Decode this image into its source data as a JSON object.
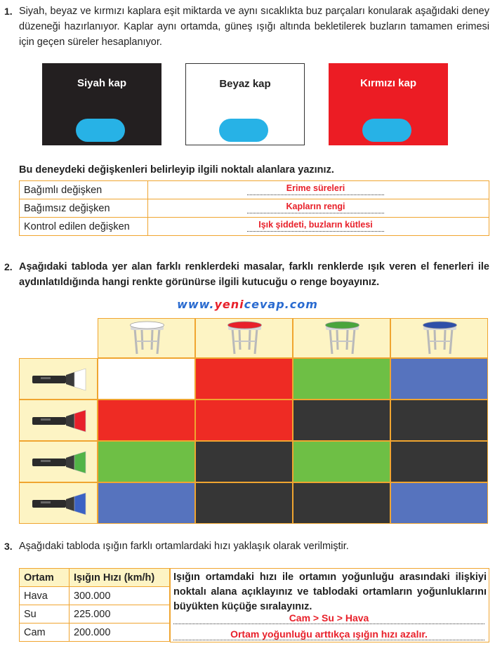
{
  "q1": {
    "number": "1.",
    "text": "Siyah, beyaz ve kırmızı kaplara eşit miktarda ve aynı sıcaklıkta buz parçaları konularak aşağıdaki deney düzeneği hazırlanıyor. Kaplar aynı ortamda, güneş ışığı altında bekletilerek buzların tamamen erimesi için geçen süreler hesaplanıyor.",
    "containers": [
      {
        "label": "Siyah kap",
        "bg": "#231f20",
        "text_color": "#ffffff"
      },
      {
        "label": "Beyaz kap",
        "bg": "#ffffff",
        "text_color": "#222222"
      },
      {
        "label": "Kırmızı kap",
        "bg": "#ec1c24",
        "text_color": "#ffffff"
      }
    ],
    "instruction": "Bu deneydeki değişkenleri belirleyip ilgili noktalı alanlara yazınız.",
    "variables": [
      {
        "name": "Bağımlı değişken",
        "answer": "Erime süreleri"
      },
      {
        "name": "Bağımsız değişken",
        "answer": "Kapların rengi"
      },
      {
        "name": "Kontrol edilen değişken",
        "answer": "Işık şiddeti, buzların kütlesi"
      }
    ]
  },
  "q2": {
    "number": "2.",
    "text": "Aşağıdaki tabloda yer alan farklı renklerdeki masalar, farklı renklerde ışık veren el fenerleri ile aydınlatıldığında hangi renkte görünürse ilgili kutucuğu o renge boyayınız.",
    "watermark_blue_1": "www.",
    "watermark_red": "yeni",
    "watermark_blue_2": "cevap.com",
    "table_colors": [
      "#ffffff",
      "#e8202a",
      "#4aa53c",
      "#2f4fa8"
    ],
    "light_colors": [
      "#ffffff",
      "#e8202a",
      "#52b447",
      "#3b62c4"
    ],
    "grid": [
      [
        "#ffffff",
        "#ee2b24",
        "#6ebf45",
        "#5673be"
      ],
      [
        "#ee2b24",
        "#ee2b24",
        "#363636",
        "#363636"
      ],
      [
        "#6ebf45",
        "#363636",
        "#6ebf45",
        "#363636"
      ],
      [
        "#5673be",
        "#363636",
        "#363636",
        "#5673be"
      ]
    ],
    "header_bg": "#fdf4c4",
    "row_header_bg": "#fdf4c4"
  },
  "q3": {
    "number": "3.",
    "text": "Aşağıdaki tabloda ışığın farklı ortamlardaki hızı yaklaşık olarak verilmiştir.",
    "headers": [
      "Ortam",
      "Işığın Hızı (km/h)"
    ],
    "rows": [
      [
        "Hava",
        "300.000"
      ],
      [
        "Su",
        "225.000"
      ],
      [
        "Cam",
        "200.000"
      ]
    ],
    "question": "Işığın ortamdaki hızı ile ortamın yoğunluğu arasındaki ilişkiyi noktalı alana açıklayınız ve tablodaki ortamların yoğunluklarını büyükten küçüğe sıralayınız.",
    "answer1": "Cam > Su > Hava",
    "answer2": "Ortam yoğunluğu arttıkça ışığın hızı azalır."
  }
}
